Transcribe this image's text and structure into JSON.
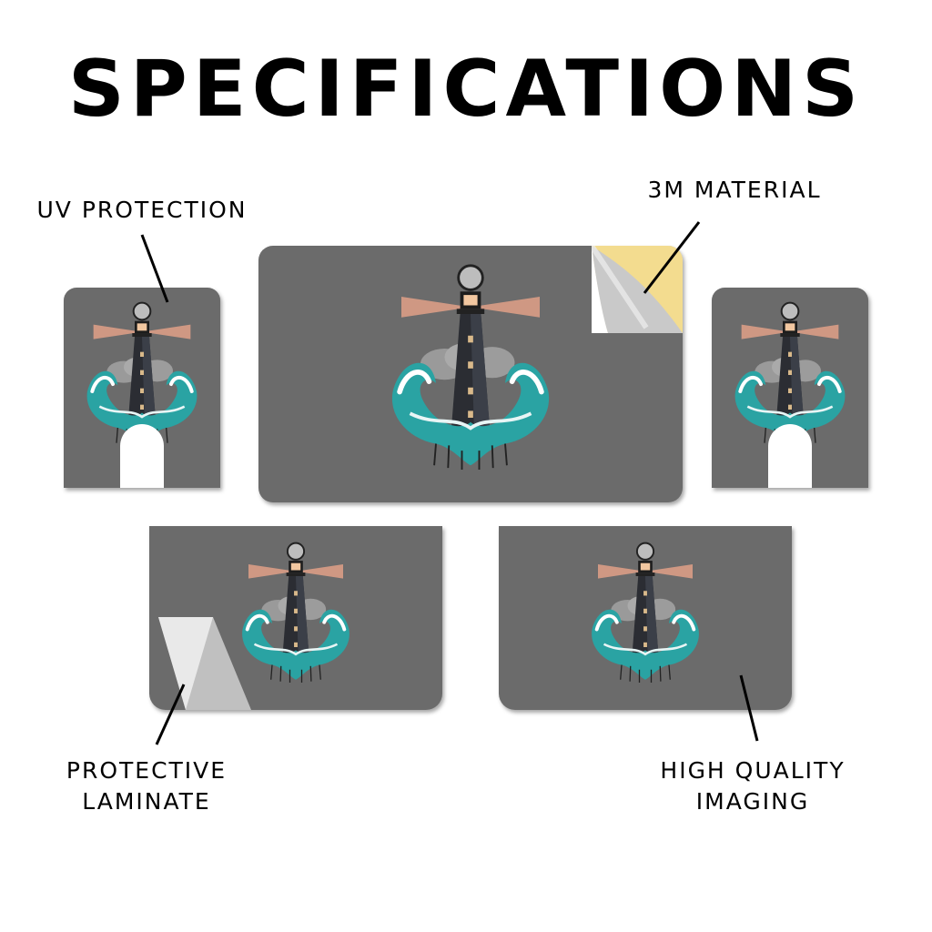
{
  "title": "SPECIFICATIONS",
  "labels": {
    "uv": "UV PROTECTION",
    "material": "3M MATERIAL",
    "laminate_line1": "PROTECTIVE",
    "laminate_line2": "LAMINATE",
    "imaging_line1": "HIGH QUALITY",
    "imaging_line2": "IMAGING"
  },
  "colors": {
    "panel": "#6b6b6b",
    "adhesive_backing": "#f3dc8f",
    "wave": "#2aa3a3",
    "tower": "#2b2d33"
  },
  "icons": [
    "lighthouse-wave-artwork",
    "peeled-corner-icon",
    "laminate-fold-icon"
  ]
}
